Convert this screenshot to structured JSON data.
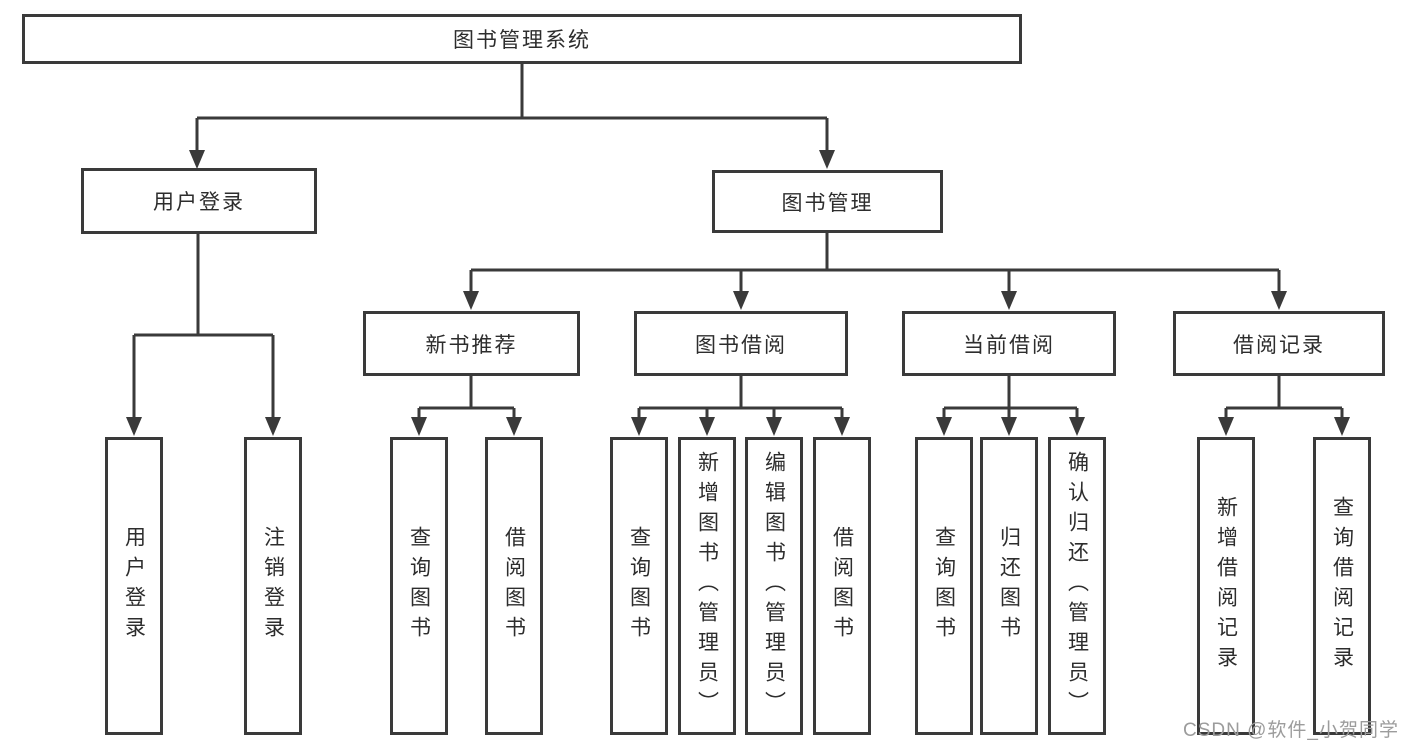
{
  "diagram": {
    "root": {
      "label": "图书管理系统"
    },
    "branches": [
      {
        "label": "用户登录",
        "children": [
          {
            "label": "用户登录"
          },
          {
            "label": "注销登录"
          }
        ]
      },
      {
        "label": "图书管理",
        "children": [
          {
            "label": "新书推荐",
            "children": [
              {
                "label": "查询图书"
              },
              {
                "label": "借阅图书"
              }
            ]
          },
          {
            "label": "图书借阅",
            "children": [
              {
                "label": "查询图书"
              },
              {
                "label": "新增图书（管理员）"
              },
              {
                "label": "编辑图书（管理员）"
              },
              {
                "label": "借阅图书"
              }
            ]
          },
          {
            "label": "当前借阅",
            "children": [
              {
                "label": "查询图书"
              },
              {
                "label": "归还图书"
              },
              {
                "label": "确认归还（管理员）"
              }
            ]
          },
          {
            "label": "借阅记录",
            "children": [
              {
                "label": "新增借阅记录"
              },
              {
                "label": "查询借阅记录"
              }
            ]
          }
        ]
      }
    ]
  },
  "watermark": {
    "text": "CSDN @软件_小贺同学"
  },
  "colors": {
    "line": "#3a3a3a",
    "text": "#2d2d2d",
    "background": "#ffffff",
    "watermark": "#9c9c9c"
  }
}
